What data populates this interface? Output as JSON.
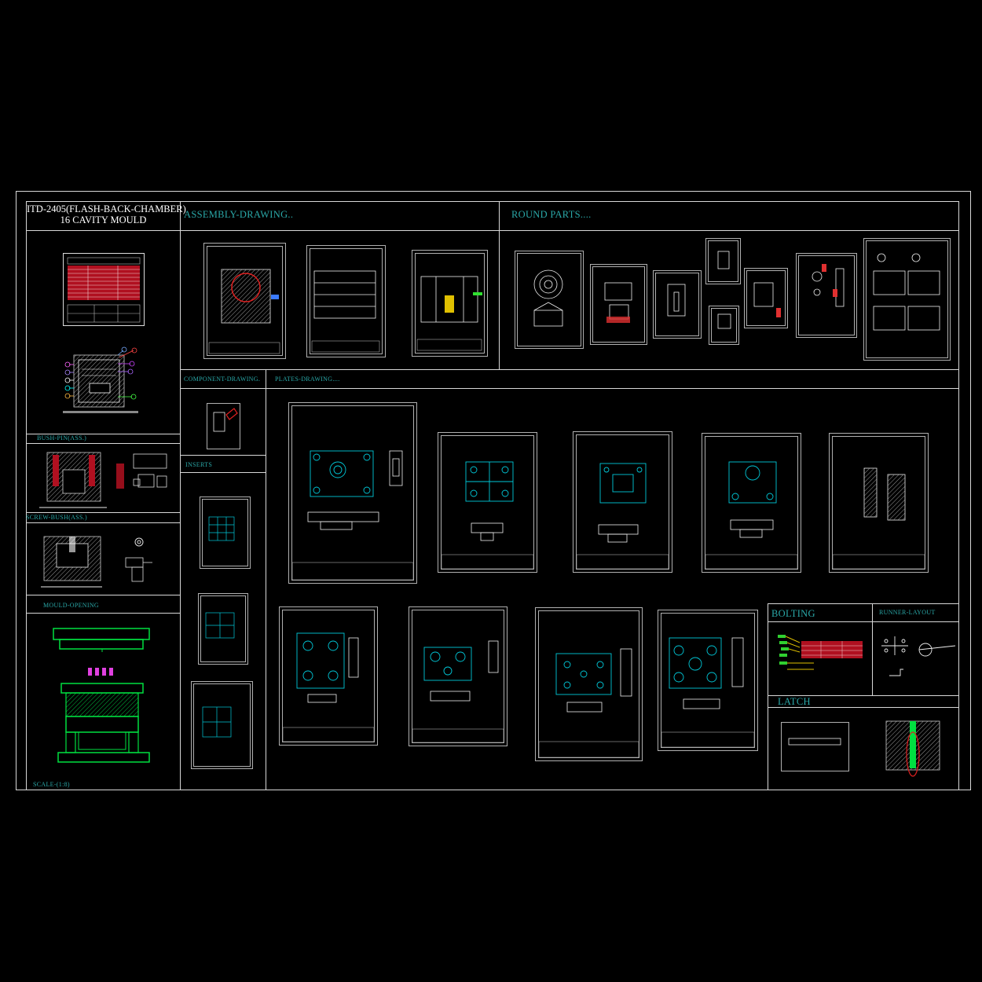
{
  "drawing": {
    "title_line1": "ITD-2405(FLASH-BACK-CHAMBER)",
    "title_line2": "16 CAVITY MOULD",
    "colors": {
      "background": "#000000",
      "frame": "#ffffff",
      "label": "#2aa8a8",
      "cyan_detail": "#00c8d8",
      "table_red": "#b01020",
      "mould_green": "#00e040",
      "ejector_magenta": "#e040e0"
    }
  },
  "sections": {
    "assembly": "ASSEMBLY-DRAWING..",
    "round_parts": "ROUND PARTS....",
    "component": "COMPONENT-DRAWING.",
    "plates": "PLATES-DRAWING....",
    "bush_pin": "BUSH-PIN(ASS.)",
    "screw_bush": "SCREW-BUSH(ASS.)",
    "mould_opening": "MOULD-OPENING",
    "inserts": "INSERTS",
    "bolting": "BOLTING",
    "runner_layout": "RUNNER-LAYOUT",
    "latch": "LATCH",
    "scale": "SCALE-(1:8)"
  }
}
